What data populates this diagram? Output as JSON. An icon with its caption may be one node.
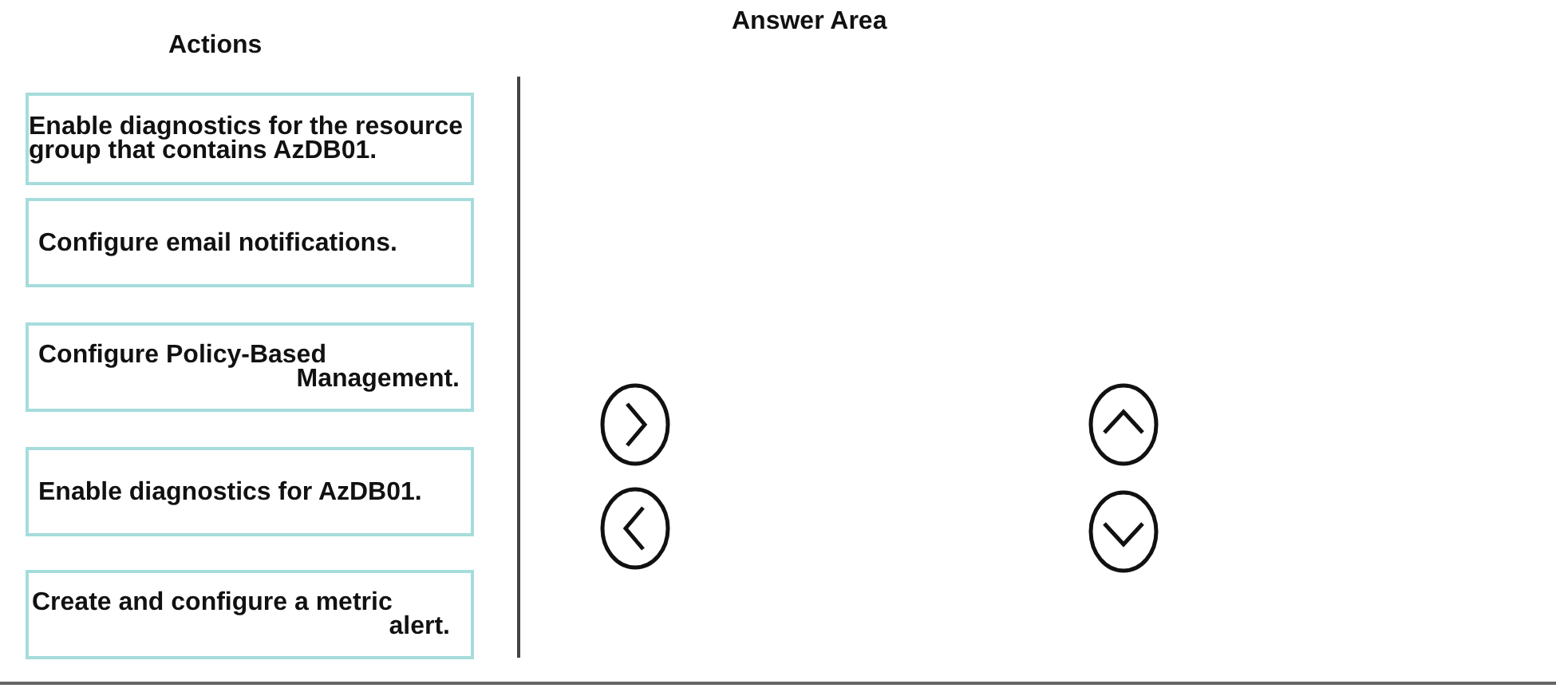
{
  "diagram": {
    "nodes": [
      {
        "text": [
          "Enable diagnostics for the resource group that contains AzDB01."
        ]
      },
      {
        "text": [
          "Configure email notifications."
        ]
      },
      {
        "text": [
          "Configure Policy-Based Management."
        ]
      },
      {
        "text": [
          "Enable diagnostics for AzDB01."
        ]
      },
      {
        "text": [
          "Create and configure a metric alert."
        ]
      }
    ],
    "labels": [
      "Actions",
      "Answer Area"
    ]
  }
}
